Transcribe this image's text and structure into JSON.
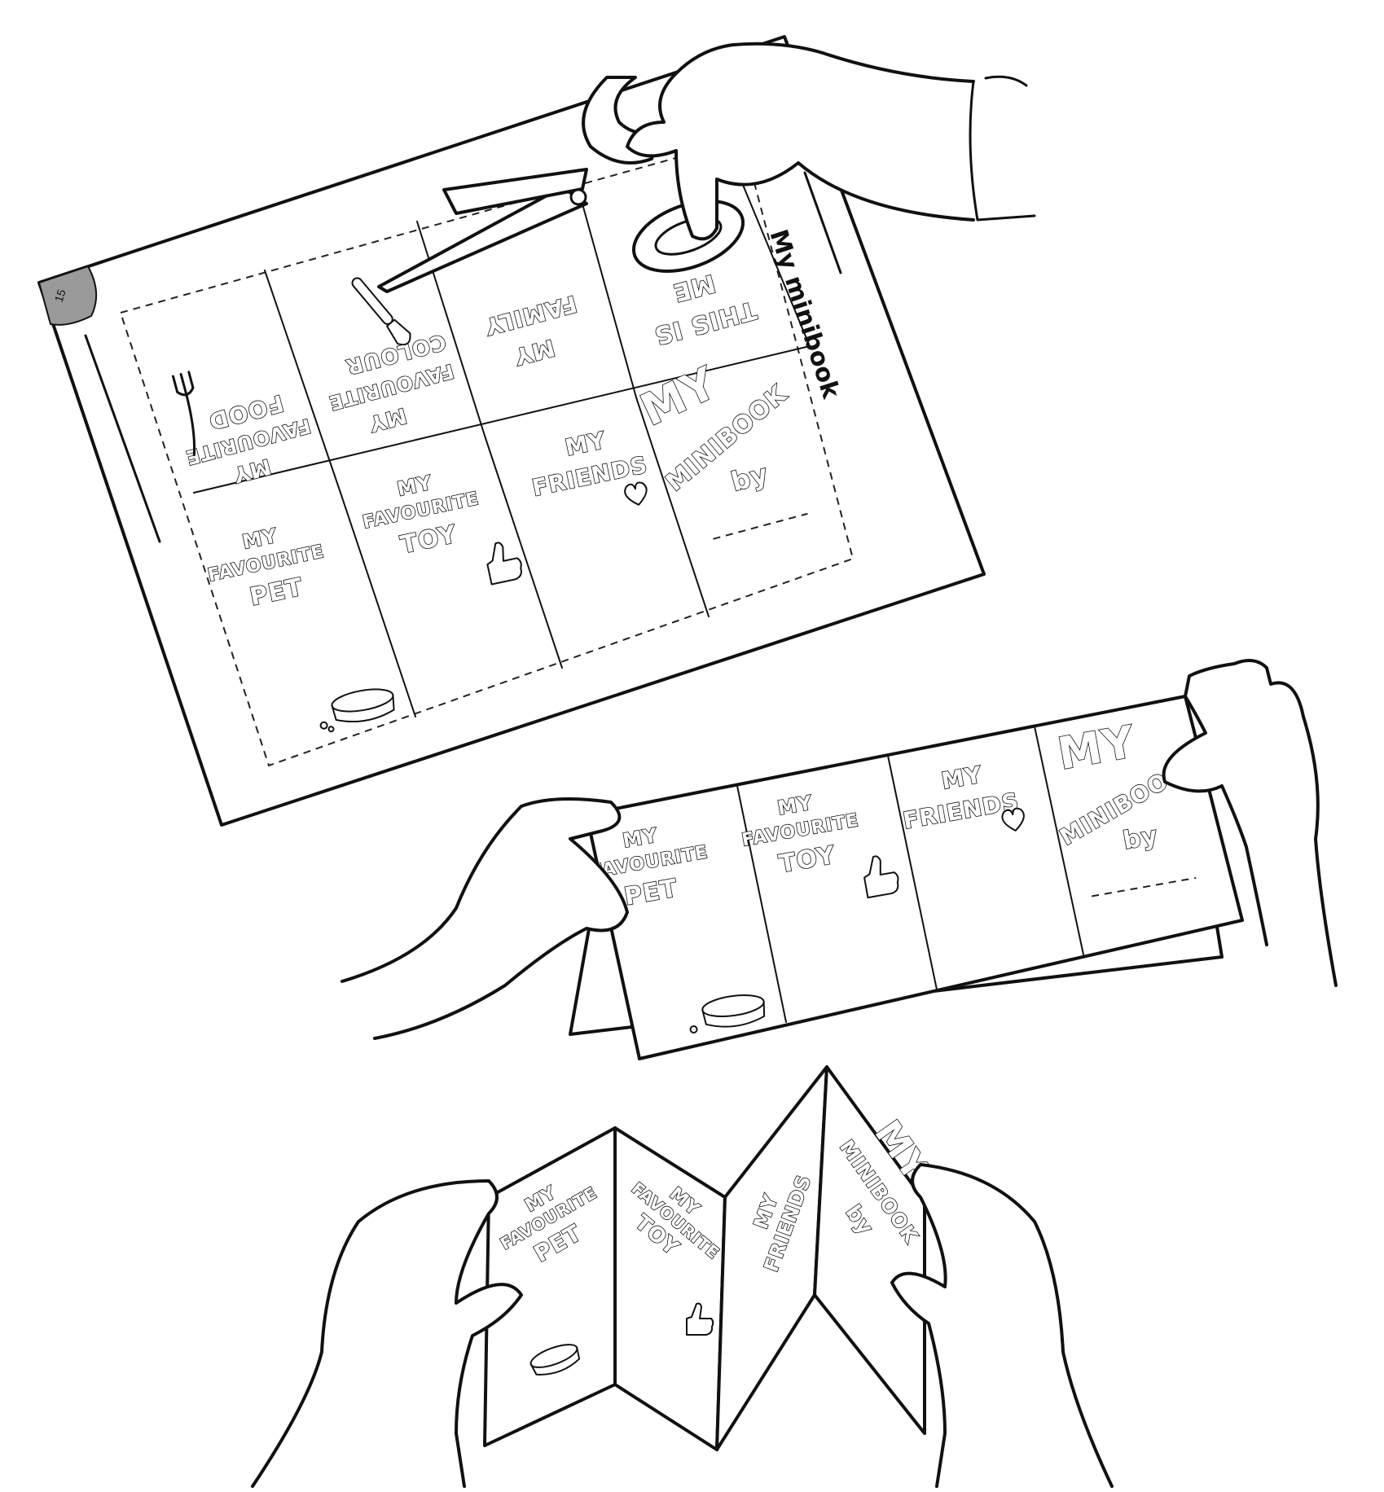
{
  "sheet": {
    "title": "My minibook",
    "page_number": "15"
  },
  "panels": {
    "favourite_food": [
      "MY",
      "FAVOURITE",
      "FOOD"
    ],
    "favourite_colour": [
      "MY",
      "FAVOURITE",
      "COLOUR"
    ],
    "my_family": [
      "MY",
      "FAMILY"
    ],
    "this_is_me": [
      "THIS IS",
      "ME"
    ],
    "favourite_pet": [
      "MY",
      "FAVOURITE",
      "PET"
    ],
    "favourite_toy": [
      "MY",
      "FAVOURITE",
      "TOY"
    ],
    "my_friends": [
      "MY",
      "FRIENDS"
    ],
    "cover": [
      "MY",
      "MINIBOOK",
      "by"
    ]
  },
  "icons": [
    "fork-icon",
    "paintbrush-icon",
    "pet-bowl-icon",
    "thumbs-up-icon",
    "heart-icon",
    "scissors-icon",
    "hand-icon"
  ]
}
